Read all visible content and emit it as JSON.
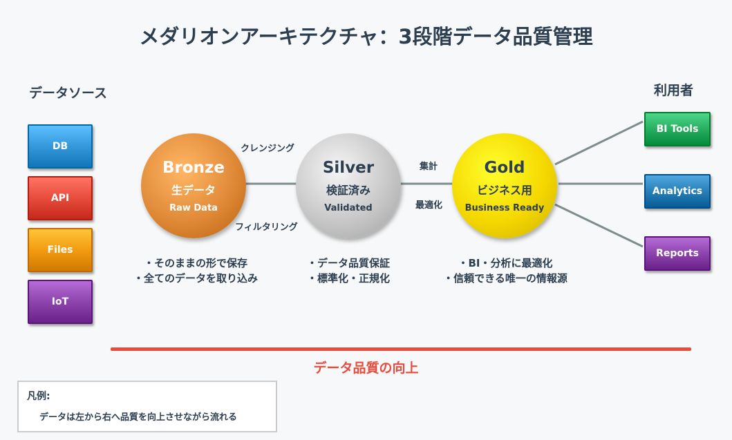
{
  "title": "メダリオンアーキテクチャ：3段階データ品質管理",
  "sources_heading": "データソース",
  "consumers_heading": "利用者",
  "sources": [
    {
      "label": "DB",
      "color": "#3498db"
    },
    {
      "label": "API",
      "color": "#e74c3c"
    },
    {
      "label": "Files",
      "color": "#f39c12"
    },
    {
      "label": "IoT",
      "color": "#8e44ad"
    }
  ],
  "consumers": [
    {
      "label": "BI Tools",
      "color": "#27ae60"
    },
    {
      "label": "Analytics",
      "color": "#2980b9"
    },
    {
      "label": "Reports",
      "color": "#8e44ad"
    }
  ],
  "layers": [
    {
      "name": "Bronze",
      "sub": "生データ",
      "en": "Raw Data",
      "color": "#e08a38",
      "text_color": "#ffffff",
      "bullets": [
        "・そのままの形で保存",
        "・全てのデータを取り込み"
      ]
    },
    {
      "name": "Silver",
      "sub": "検証済み",
      "en": "Validated",
      "color": "#c8c8c8",
      "text_color": "#2c3e50",
      "bullets": [
        "・データ品質保証",
        "・標準化・正規化"
      ]
    },
    {
      "name": "Gold",
      "sub": "ビジネス用",
      "en": "Business Ready",
      "color": "#f5d800",
      "text_color": "#2c3e50",
      "bullets": [
        "・BI・分析に最適化",
        "・信頼できる唯一の情報源"
      ]
    }
  ],
  "transitions": {
    "bronze_silver_top": "クレンジング",
    "bronze_silver_bottom": "フィルタリング",
    "silver_gold_top": "集計",
    "silver_gold_bottom": "最適化"
  },
  "quality_label": "データ品質の向上",
  "quality_color": "#e74c3c",
  "legend": {
    "title": "凡例:",
    "text": "データは左から右へ品質を向上させながら流れる"
  }
}
